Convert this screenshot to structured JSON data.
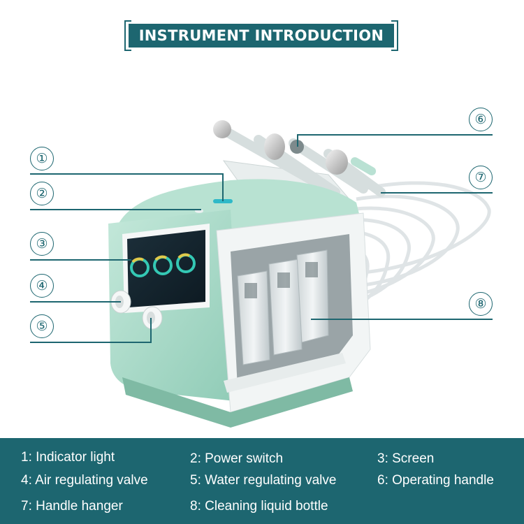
{
  "title": "INSTRUMENT INTRODUCTION",
  "callouts": [
    "①",
    "②",
    "③",
    "④",
    "⑤",
    "⑥",
    "⑦",
    "⑧"
  ],
  "legend": {
    "items": [
      "1: Indicator light",
      "2: Power switch",
      "3: Screen",
      "4: Air regulating valve",
      "5: Water regulating valve",
      "6: Operating handle",
      "7: Handle hanger",
      "8: Cleaning liquid bottle"
    ]
  },
  "colors": {
    "accent": "#1d6670",
    "device_body": "#a9d9c8",
    "device_trim": "#f4f6f6"
  }
}
